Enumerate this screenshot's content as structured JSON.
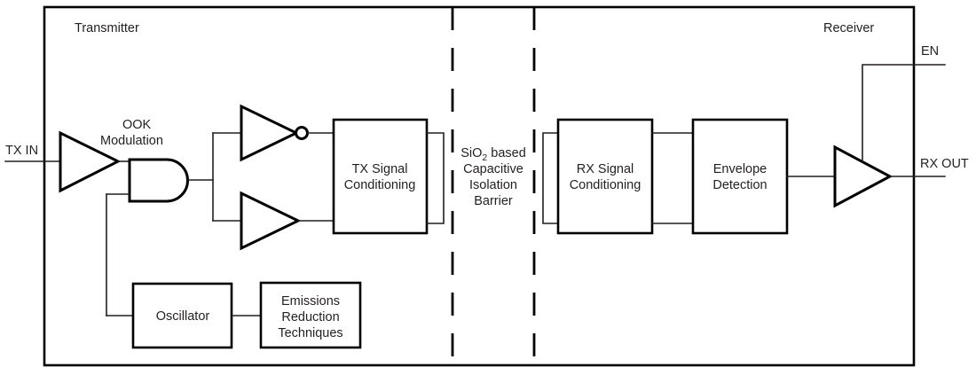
{
  "diagram": {
    "title_sections": {
      "transmitter": "Transmitter",
      "receiver": "Receiver"
    },
    "ports": {
      "tx_in": "TX IN",
      "rx_out": "RX OUT",
      "en": "EN"
    },
    "annotations": {
      "ook_line1": "OOK",
      "ook_line2": "Modulation"
    },
    "barrier": {
      "line1_pre": "SiO",
      "line1_sub": "2",
      "line1_post": " based",
      "line2": "Capacitive",
      "line3": "Isolation",
      "line4": "Barrier"
    },
    "blocks": [
      {
        "id": "tx-signal-conditioning",
        "line1": "TX Signal",
        "line2": "Conditioning"
      },
      {
        "id": "rx-signal-conditioning",
        "line1": "RX Signal",
        "line2": "Conditioning"
      },
      {
        "id": "envelope-detection",
        "line1": "Envelope",
        "line2": "Detection"
      },
      {
        "id": "oscillator",
        "line1": "Oscillator",
        "line2": ""
      },
      {
        "id": "emissions-reduction",
        "line1": "Emissions",
        "line2": "Reduction",
        "line3": "Techniques"
      }
    ],
    "colors": {
      "stroke": "#000000",
      "wire": "#231f20",
      "background": "#ffffff"
    }
  }
}
